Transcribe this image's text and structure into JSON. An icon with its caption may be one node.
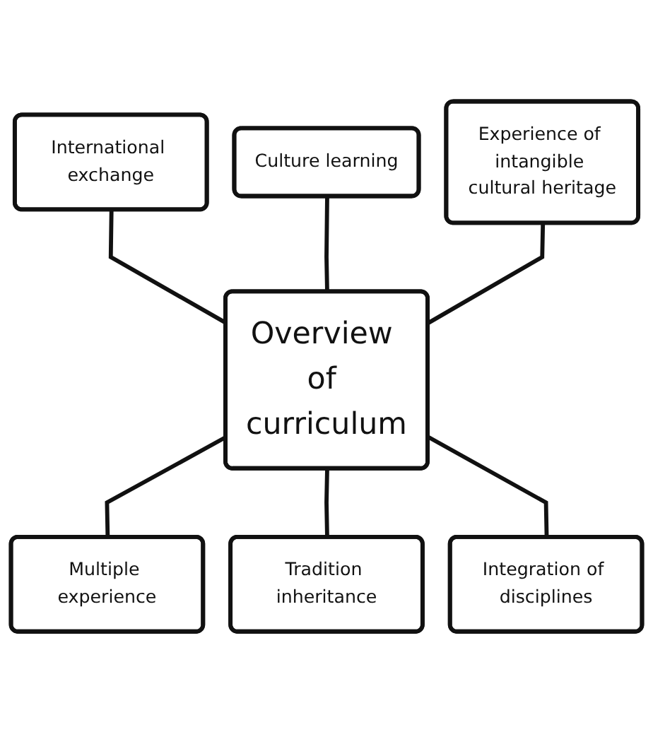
{
  "diagram": {
    "nodes": [
      {
        "text": [
          "Culture learning"
        ]
      },
      {
        "text": [
          "International exchange"
        ]
      },
      {
        "text": [
          "Experience of intangible cultural heritage"
        ]
      },
      {
        "text": [
          "Overview of curriculum"
        ]
      },
      {
        "text": [
          "Multiple experience"
        ]
      },
      {
        "text": [
          "Integration of disciplines"
        ]
      },
      {
        "text": [
          "Tradition inheritance"
        ]
      }
    ],
    "edges": [
      {
        "from": 1,
        "to": 3,
        "arrow": "none"
      },
      {
        "from": 0,
        "to": 3,
        "arrow": "none"
      },
      {
        "from": 2,
        "to": 3,
        "arrow": "none"
      },
      {
        "from": 3,
        "to": 4,
        "arrow": "none"
      },
      {
        "from": 3,
        "to": 6,
        "arrow": "none"
      },
      {
        "from": 3,
        "to": 5,
        "arrow": "none"
      }
    ]
  }
}
